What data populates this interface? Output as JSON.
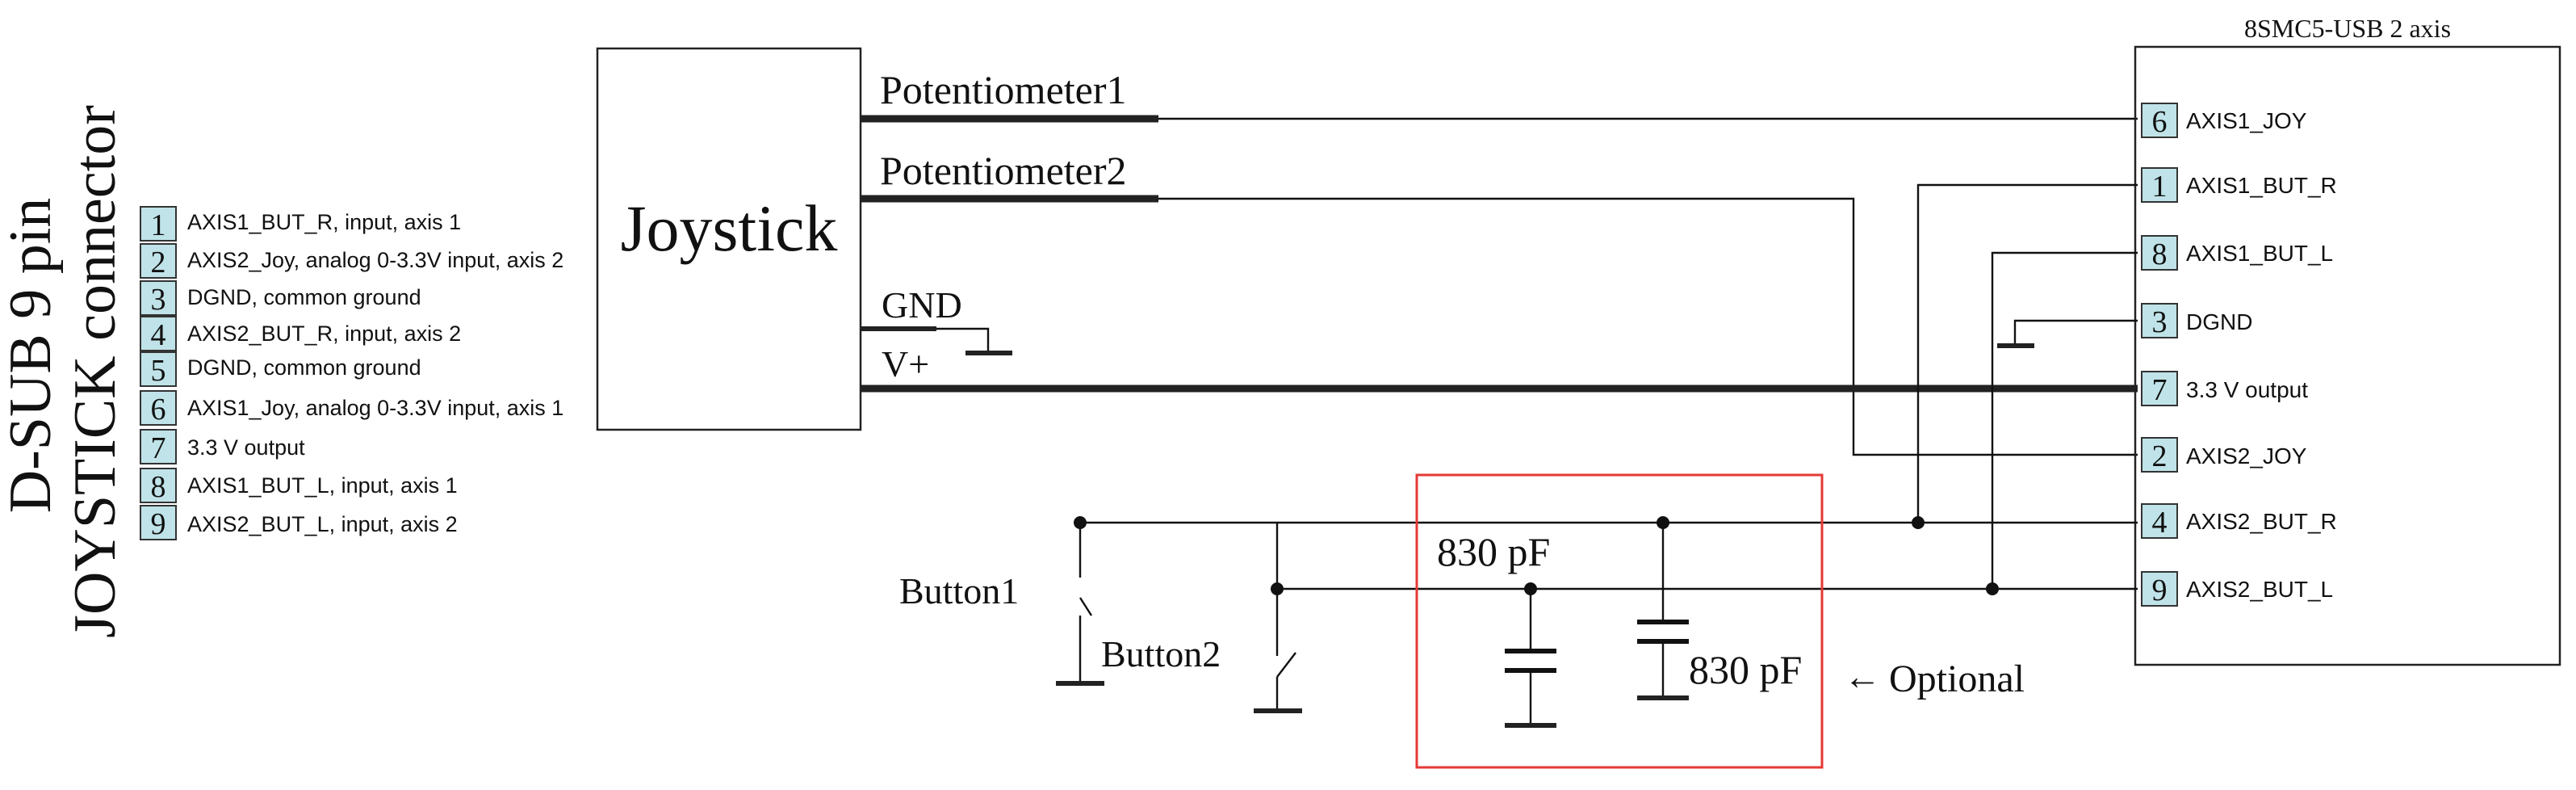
{
  "connector": {
    "title_line1": "D-SUB 9 pin",
    "title_line2": "JOYSTICK connector",
    "pins": [
      {
        "num": "1",
        "desc": "AXIS1_BUT_R, input, axis 1"
      },
      {
        "num": "2",
        "desc": "AXIS2_Joy, analog 0-3.3V input, axis 2"
      },
      {
        "num": "3",
        "desc": "DGND, common ground"
      },
      {
        "num": "4",
        "desc": "AXIS2_BUT_R, input, axis 2"
      },
      {
        "num": "5",
        "desc": "DGND, common ground"
      },
      {
        "num": "6",
        "desc": "AXIS1_Joy, analog 0-3.3V input, axis 1"
      },
      {
        "num": "7",
        "desc": "3.3 V output"
      },
      {
        "num": "8",
        "desc": "AXIS1_BUT_L, input, axis 1"
      },
      {
        "num": "9",
        "desc": "AXIS2_BUT_L, input, axis 2"
      }
    ]
  },
  "joystick": {
    "label": "Joystick",
    "outputs": [
      "Potentiometer1",
      "Potentiometer2",
      "GND",
      "V+"
    ]
  },
  "controller": {
    "title": "8SMC5-USB 2 axis",
    "pins": [
      {
        "num": "6",
        "label": "AXIS1_JOY"
      },
      {
        "num": "1",
        "label": "AXIS1_BUT_R"
      },
      {
        "num": "8",
        "label": "AXIS1_BUT_L"
      },
      {
        "num": "3",
        "label": "DGND"
      },
      {
        "num": "7",
        "label": "3.3 V output"
      },
      {
        "num": "2",
        "label": "AXIS2_JOY"
      },
      {
        "num": "4",
        "label": "AXIS2_BUT_R"
      },
      {
        "num": "9",
        "label": "AXIS2_BUT_L"
      }
    ]
  },
  "buttons": {
    "button1": "Button1",
    "button2": "Button2"
  },
  "capacitors": {
    "c1": "830 pF",
    "c2": "830 pF"
  },
  "optional": {
    "label": "Optional",
    "arrow": "←",
    "box_color": "#e53935"
  }
}
